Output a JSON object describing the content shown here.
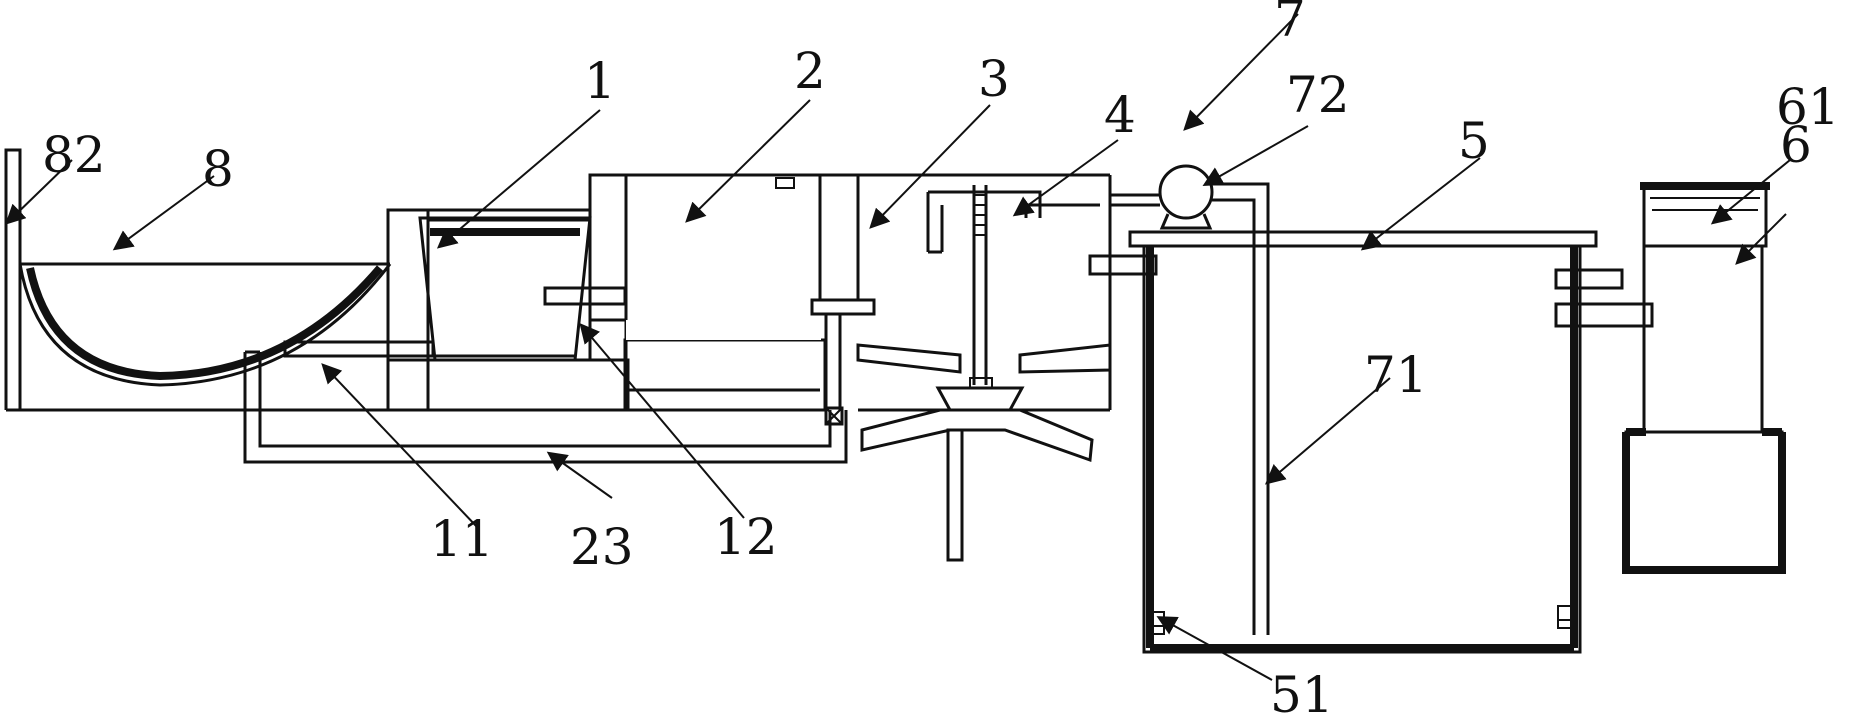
{
  "labels": {
    "l1": "1",
    "l2": "2",
    "l3": "3",
    "l4": "4",
    "l5": "5",
    "l6": "6",
    "l7": "7",
    "l8": "8",
    "l11": "11",
    "l12": "12",
    "l23": "23",
    "l51": "51",
    "l61": "61",
    "l71": "71",
    "l72": "72",
    "l82": "82"
  },
  "colors": {
    "line": "#111111",
    "background": "#ffffff"
  }
}
